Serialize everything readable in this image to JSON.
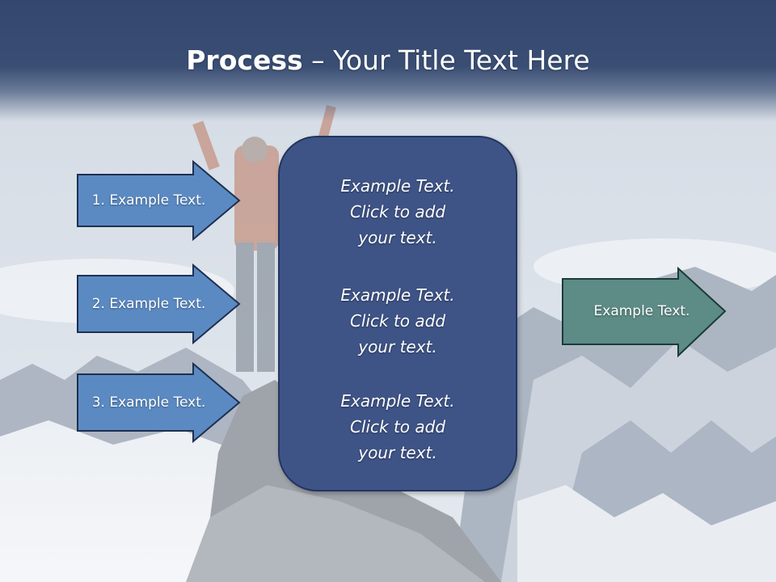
{
  "title": {
    "bold": "Process",
    "rest": " – Your Title Text Here"
  },
  "left_arrows": [
    {
      "label": "1. Example Text."
    },
    {
      "label": "2. Example Text."
    },
    {
      "label": "3. Example Text."
    }
  ],
  "center_blocks": [
    {
      "lines": [
        "Example Text.",
        "Click  to add",
        "your text."
      ]
    },
    {
      "lines": [
        "Example Text.",
        "Click  to add",
        "your text."
      ]
    },
    {
      "lines": [
        "Example Text.",
        "Click  to add",
        "your text."
      ]
    }
  ],
  "right_arrow": {
    "label": "Example Text."
  },
  "colors": {
    "header": "#34486f",
    "left_arrow_fill": "#5b8ac3",
    "center_box": "#3e5487",
    "right_arrow_fill": "#5d8b86"
  }
}
